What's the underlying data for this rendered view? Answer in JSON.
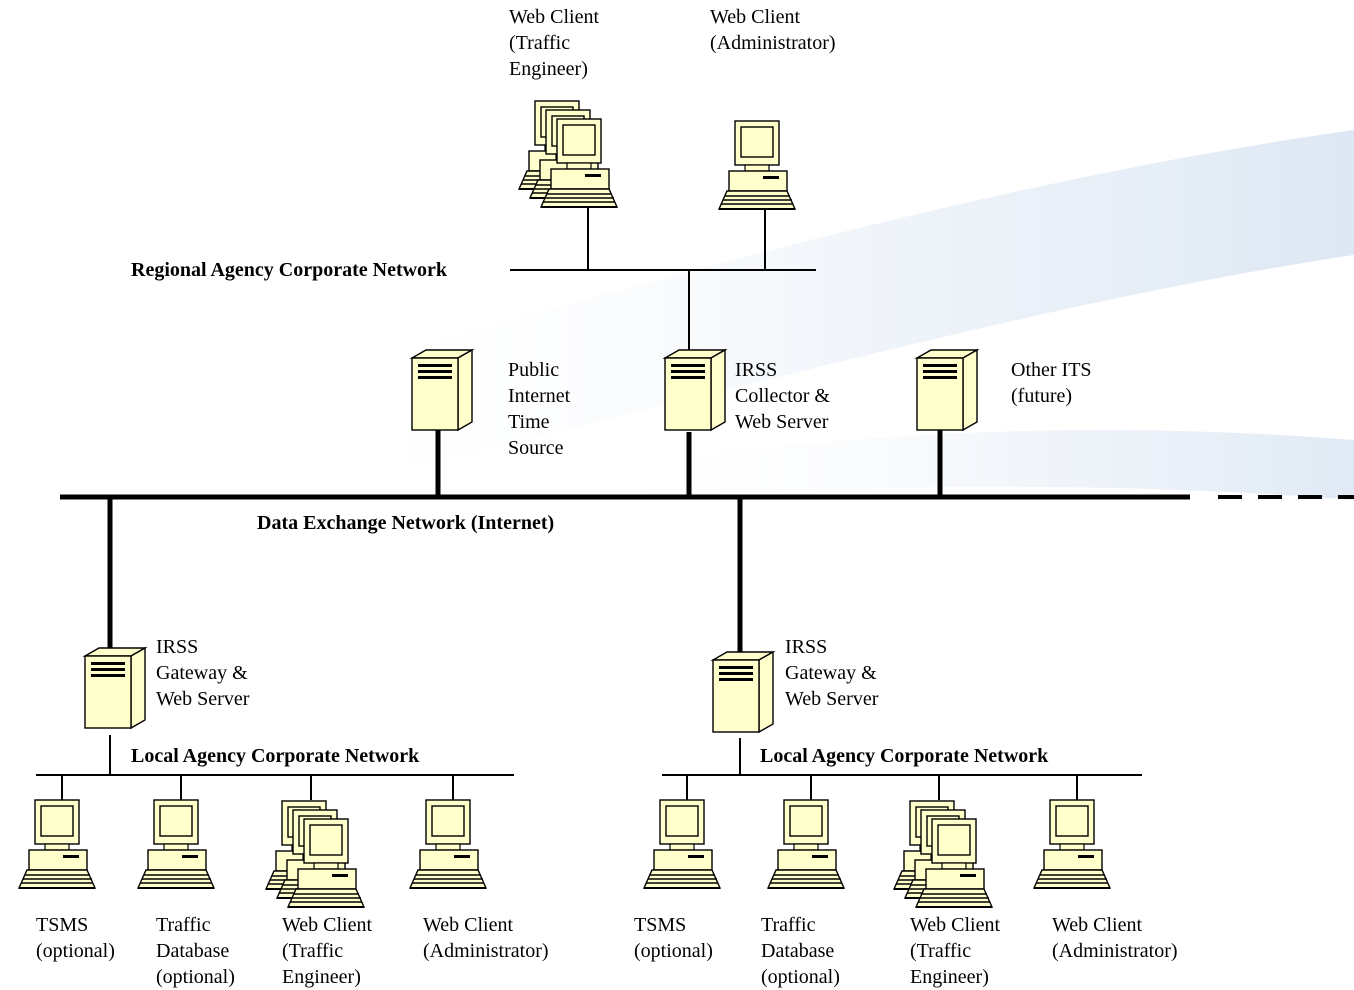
{
  "regional_network": {
    "label": "Regional Agency Corporate Network",
    "clients": [
      {
        "lines": [
          "Web Client",
          "(Traffic",
          "Engineer)"
        ]
      },
      {
        "lines": [
          "Web Client",
          "(Administrator)"
        ]
      }
    ]
  },
  "servers": [
    {
      "lines": [
        "Public",
        "Internet",
        "Time",
        "Source"
      ]
    },
    {
      "lines": [
        "IRSS",
        "Collector &",
        "Web Server"
      ]
    },
    {
      "lines": [
        "Other ITS",
        "(future)"
      ]
    }
  ],
  "data_exchange_network": {
    "label": "Data Exchange Network (Internet)"
  },
  "local_networks": [
    {
      "label": "Local Agency Corporate Network",
      "gateway": {
        "lines": [
          "IRSS",
          "Gateway &",
          "Web Server"
        ]
      },
      "nodes": [
        {
          "lines": [
            "TSMS",
            "(optional)"
          ]
        },
        {
          "lines": [
            "Traffic",
            "Database",
            "(optional)"
          ]
        },
        {
          "lines": [
            "Web Client",
            "(Traffic",
            "Engineer)"
          ]
        },
        {
          "lines": [
            "Web Client",
            "(Administrator)"
          ]
        }
      ]
    },
    {
      "label": "Local Agency Corporate Network",
      "gateway": {
        "lines": [
          "IRSS",
          "Gateway &",
          "Web Server"
        ]
      },
      "nodes": [
        {
          "lines": [
            "TSMS",
            "(optional)"
          ]
        },
        {
          "lines": [
            "Traffic",
            "Database",
            "(optional)"
          ]
        },
        {
          "lines": [
            "Web Client",
            "(Traffic",
            "Engineer)"
          ]
        },
        {
          "lines": [
            "Web Client",
            "(Administrator)"
          ]
        }
      ]
    }
  ],
  "colors": {
    "device_fill": "#ffffcc",
    "line": "#000000",
    "swoosh": "#c9d9ec"
  }
}
